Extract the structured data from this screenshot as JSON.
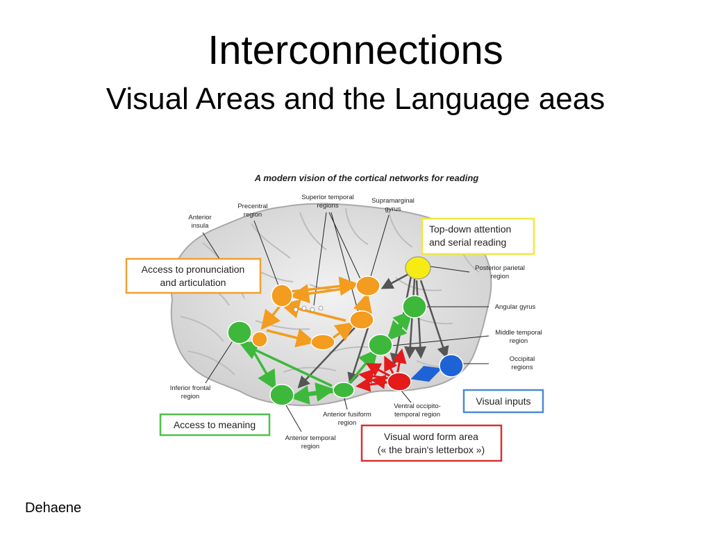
{
  "slide": {
    "title": "Interconnections",
    "subtitle": "Visual Areas and the Language aeas",
    "footer": "Dehaene"
  },
  "figure": {
    "heading": "A modern vision of the cortical networks for reading",
    "labels": {
      "anterior_insula": [
        "Anterior",
        "insula"
      ],
      "precentral": [
        "Precentral",
        "region"
      ],
      "superior_temporal": [
        "Superior temporal",
        "regions"
      ],
      "supramarginal": [
        "Supramarginal",
        "gyrus"
      ],
      "posterior_parietal": [
        "Posterior parietal",
        "region"
      ],
      "angular": [
        "Angular gyrus"
      ],
      "middle_temporal": [
        "Middle temporal",
        "region"
      ],
      "occipital": [
        "Occipital",
        "regions"
      ],
      "inferior_frontal": [
        "Inferior frontal",
        "region"
      ],
      "anterior_fusiform": [
        "Anterior fusiform",
        "region"
      ],
      "ventral_occipito": [
        "Ventral occipito-",
        "temporal region"
      ],
      "anterior_temporal": [
        "Anterior temporal",
        "region"
      ]
    },
    "boxes": {
      "top_down": [
        "Top-down attention",
        "and serial reading"
      ],
      "pronunciation": [
        "Access to pronunciation",
        "and articulation"
      ],
      "meaning": [
        "Access to meaning"
      ],
      "visual_inputs": [
        "Visual inputs"
      ],
      "vwfa": [
        "Visual word form area",
        "(« the brain's letterbox »)"
      ]
    },
    "colors": {
      "orange": "#f39c1f",
      "green": "#3db83b",
      "red": "#e31b1b",
      "blue": "#1d63d6",
      "yellow": "#f6ec14",
      "box_orange": "#f0a030",
      "box_yellow": "#f2e83a",
      "box_green": "#4cc04c",
      "box_blue": "#4a8ad8",
      "box_red": "#d83030"
    }
  }
}
